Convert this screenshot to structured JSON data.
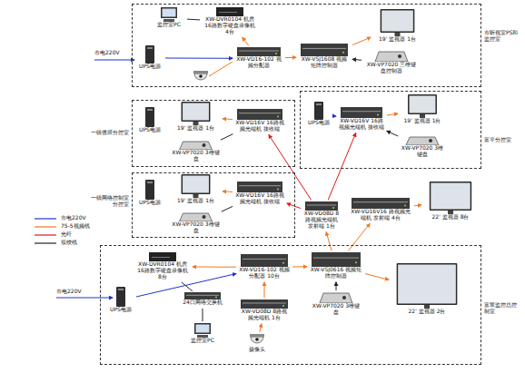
{
  "diagram": {
    "nodes": [
      {
        "text": [
          "市昕视室PS和监控室"
        ]
      },
      {
        "text": [
          "监控室PC"
        ],
        "in": 0
      },
      {
        "text": [
          "XW-DVR0104 机房16路数字硬盘录像机 4台"
        ],
        "in": 0
      },
      {
        "text": [
          "UPS电源"
        ],
        "in": 0
      },
      {
        "text": [
          "XW-VD16-102 视频分配器"
        ],
        "in": 0
      },
      {
        "text": [
          "XW-VSJ1608 视频矩阵控制器"
        ],
        "in": 0
      },
      {
        "text": [
          "19' 监视器 1台"
        ],
        "in": 0
      },
      {
        "text": [
          "XW-VP7020 三维键盘控制器"
        ],
        "in": 0
      },
      {
        "text": [
          "富平分控室"
        ]
      },
      {
        "text": [
          "UPS电源"
        ],
        "in": 8
      },
      {
        "text": [
          "XW-VD16V 16路视频光端机 接收端"
        ],
        "in": 8
      },
      {
        "text": [
          "19' 监视器 1台"
        ],
        "in": 8
      },
      {
        "text": [
          "XW-VP7020 3维键盘"
        ],
        "in": 8
      },
      {
        "text": [
          "一级值班分控室"
        ]
      },
      {
        "text": [
          "UPS电源"
        ],
        "in": 13
      },
      {
        "text": [
          "19' 监视器 1台"
        ],
        "in": 13
      },
      {
        "text": [
          "XW-VP7020 3维键盘"
        ],
        "in": 13
      },
      {
        "text": [
          "XW-VD16V 16路视频光端机 接收端"
        ],
        "in": 13
      },
      {
        "text": [
          "一级网络控制室分控室"
        ]
      },
      {
        "text": [
          "UPS电源"
        ],
        "in": 18
      },
      {
        "text": [
          "19' 监视器 1台"
        ],
        "in": 18
      },
      {
        "text": [
          "XW-VP7020 3维键盘"
        ],
        "in": 18
      },
      {
        "text": [
          "XW-VD16V 16路视频光端机 接收端"
        ],
        "in": 18
      },
      {
        "text": [
          "XW-VD08D 8路视频光端机 发射端 1台"
        ]
      },
      {
        "text": [
          "XW-VD16V16 路视频光端机 发射端 4台"
        ]
      },
      {
        "text": [
          "22' 监视器 8台"
        ]
      },
      {
        "text": [
          "富翠监控总控制室"
        ]
      },
      {
        "text": [
          "XW-DVR0104 机房16路数字硬盘录像机 8台"
        ],
        "in": 26
      },
      {
        "text": [
          "24口网络交换机"
        ],
        "in": 26
      },
      {
        "text": [
          "监控室PC"
        ],
        "in": 26
      },
      {
        "text": [
          "UPS电源"
        ],
        "in": 26
      },
      {
        "text": [
          "XW-VD16-102 视频分配器 10台"
        ],
        "in": 26
      },
      {
        "text": [
          "XW-VD08D 8路视频光端机 1台"
        ],
        "in": 26
      },
      {
        "text": [
          "摄像头"
        ],
        "in": 26
      },
      {
        "text": [
          "XW-VSJ0616 视频矩阵控制器"
        ],
        "in": 26
      },
      {
        "text": [
          "XW-VP7020 3维键盘"
        ],
        "in": 26
      },
      {
        "text": [
          "22' 监视器 2台"
        ],
        "in": 26
      }
    ],
    "edges": [
      {
        "from": 4,
        "to": 5,
        "arrow": "to"
      },
      {
        "from": 5,
        "to": 6,
        "arrow": "to"
      },
      {
        "from": 7,
        "to": 5,
        "arrow": "to"
      },
      {
        "from": 4,
        "to": 2,
        "arrow": "to"
      },
      {
        "from": 2,
        "to": 1,
        "arrow": "none"
      },
      {
        "from": 3,
        "to": 4,
        "arrow": "to"
      },
      {
        "from": 23,
        "to": 10,
        "arrow": "to"
      },
      {
        "from": 23,
        "to": 17,
        "arrow": "to"
      },
      {
        "from": 23,
        "to": 22,
        "arrow": "to"
      },
      {
        "from": 24,
        "to": 25,
        "arrow": "to"
      },
      {
        "from": 10,
        "to": 11,
        "arrow": "to"
      },
      {
        "from": 12,
        "to": 10,
        "arrow": "to"
      },
      {
        "from": 17,
        "to": 15,
        "arrow": "to"
      },
      {
        "from": 16,
        "to": 17,
        "arrow": "none"
      },
      {
        "from": 22,
        "to": 20,
        "arrow": "to"
      },
      {
        "from": 21,
        "to": 22,
        "arrow": "none"
      },
      {
        "from": 9,
        "to": 10,
        "arrow": "to"
      },
      {
        "from": 33,
        "to": 32,
        "arrow": "to"
      },
      {
        "from": 32,
        "to": 31,
        "arrow": "to"
      },
      {
        "from": 31,
        "to": 34,
        "arrow": "to"
      },
      {
        "from": 31,
        "to": 27,
        "arrow": "to"
      },
      {
        "from": 34,
        "to": 36,
        "arrow": "to"
      },
      {
        "from": 35,
        "to": 34,
        "arrow": "to"
      },
      {
        "from": 27,
        "to": 28,
        "arrow": "none"
      },
      {
        "from": 28,
        "to": 29,
        "arrow": "none"
      },
      {
        "from": 34,
        "to": 23,
        "arrow": "to"
      },
      {
        "from": 34,
        "to": 24,
        "arrow": "to"
      },
      {
        "from": 30,
        "to": 31,
        "arrow": "to"
      }
    ],
    "labels": [
      "市电220V",
      "市电220V"
    ],
    "legend": [
      {
        "text": "市电220V"
      },
      {
        "text": "75-5视频线"
      },
      {
        "text": "光纤"
      },
      {
        "text": "双绞线"
      }
    ]
  }
}
